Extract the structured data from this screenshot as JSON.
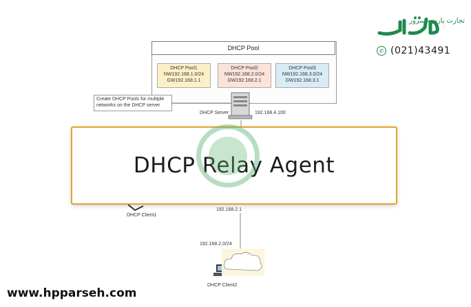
{
  "pool_header": "DHCP Pool",
  "pools": [
    {
      "name": "DHCP Pool1",
      "network": "NW192.168.1.0/24",
      "gateway": "GW192.168.1.1"
    },
    {
      "name": "DHCP Pool2",
      "network": "NW192.168.2.0/24",
      "gateway": "GW192.168.2.1"
    },
    {
      "name": "DHCP Pool3",
      "network": "NW192.168.3.0/24",
      "gateway": "GW192.168.3.1"
    }
  ],
  "note": "Create DHCP Pools for multiple networks on the DHCP server",
  "server_label": "DHCP Server",
  "server_ip": "192.168.4.100",
  "client1_label": "DHCP Client1",
  "router_ip": "192.168.2.1",
  "subnet_label": "192.168.2.0/24",
  "client2_label": "DHCP Client2",
  "banner_title": "DHCP Relay Agent",
  "brand_name": "تجارت پارسه سرور",
  "phone": "(021)43491",
  "website": "www.hpparseh.com",
  "colors": {
    "banner_border": "#e2a32a",
    "brand_green": "#1f8a4c",
    "watermark_green": "#60b478"
  }
}
